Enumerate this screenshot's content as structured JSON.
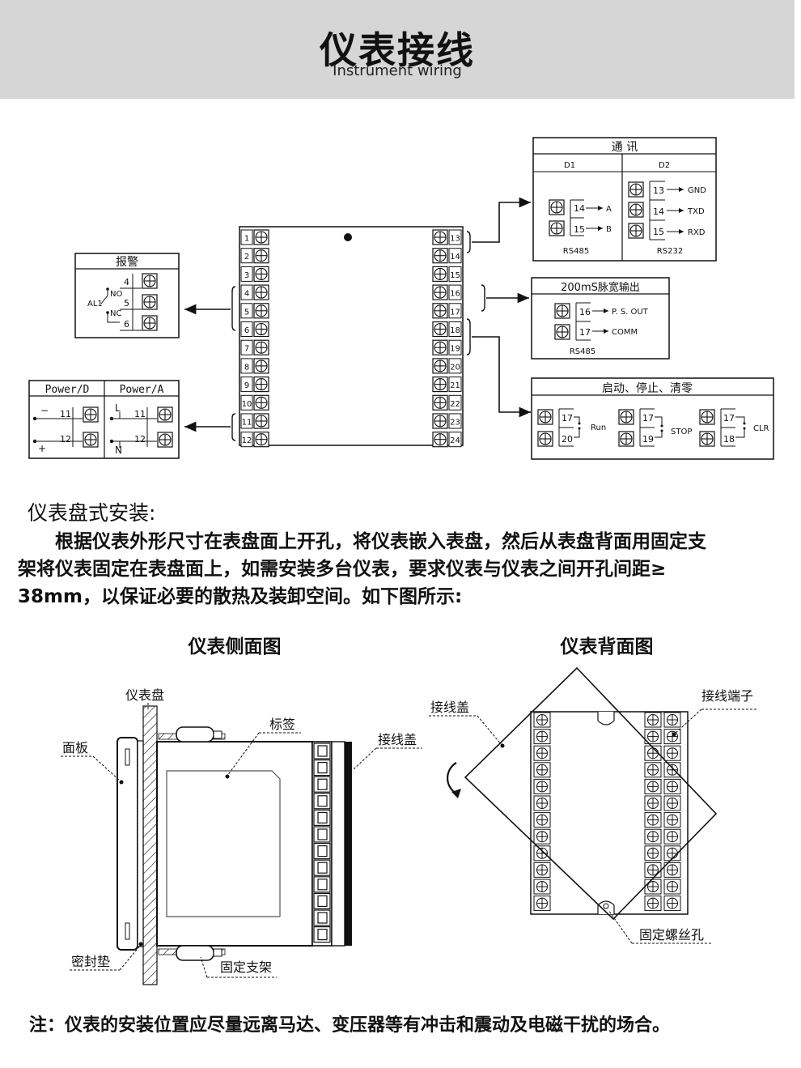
{
  "header": {
    "title": "仪表接线",
    "subtitle": "Instrument wiring"
  },
  "wiring": {
    "left_terminals": [
      "1",
      "2",
      "3",
      "4",
      "5",
      "6",
      "7",
      "8",
      "9",
      "10",
      "11",
      "12"
    ],
    "right_terminals": [
      "13",
      "14",
      "15",
      "16",
      "17",
      "18",
      "19",
      "20",
      "21",
      "22",
      "23",
      "24"
    ],
    "alarm": {
      "title": "报警",
      "relay": "AL1",
      "no": "NO",
      "nc": "NC",
      "t4": "4",
      "t5": "5",
      "t6": "6"
    },
    "power": {
      "d_title": "Power/D",
      "a_title": "Power/A",
      "minus": "−",
      "plus": "+",
      "l": "L",
      "n": "N",
      "t11": "11",
      "t12": "12"
    },
    "comm": {
      "title": "通 讯",
      "d1": "D1",
      "d2": "D2",
      "t13": "13",
      "t14": "14",
      "t15": "15",
      "a": "A",
      "b": "B",
      "gnd": "GND",
      "txd": "TXD",
      "rxd": "RXD",
      "rs485": "RS485",
      "rs232": "RS232"
    },
    "pulse": {
      "title": "200mS脉宽输出",
      "t16": "16",
      "t17": "17",
      "ps_out": "P. S. OUT",
      "comm": "COMM",
      "rs485": "RS485"
    },
    "control": {
      "title": "启动、停止、清零",
      "t17": "17",
      "t20": "20",
      "t19": "19",
      "t18": "18",
      "run": "Run",
      "stop": "STOP",
      "clr": "CLR"
    }
  },
  "install": {
    "title": "仪表盘式安装:",
    "lines": [
      "根据仪表外形尺寸在表盘面上开孔，将仪表嵌入表盘，然后从表盘背面用固定支",
      "架将仪表固定在表盘面上，如需安装多台仪表，要求仪表与仪表之间开孔间距≥",
      "38mm，以保证必要的散热及装卸空间。如下图所示:"
    ]
  },
  "side_view": {
    "title": "仪表侧面图",
    "panel_label": "仪表盘",
    "face_label": "面板",
    "tag_label": "标签",
    "cover_label": "接线盖",
    "seal_label": "密封垫",
    "bracket_label": "固定支架"
  },
  "back_view": {
    "title": "仪表背面图",
    "cover_label": "接线盖",
    "terminal_label": "接线端子",
    "hole_label": "固定螺丝孔"
  },
  "note": "注：仪表的安装位置应尽量远离马达、变压器等有冲击和震动及电磁干扰的场合。"
}
